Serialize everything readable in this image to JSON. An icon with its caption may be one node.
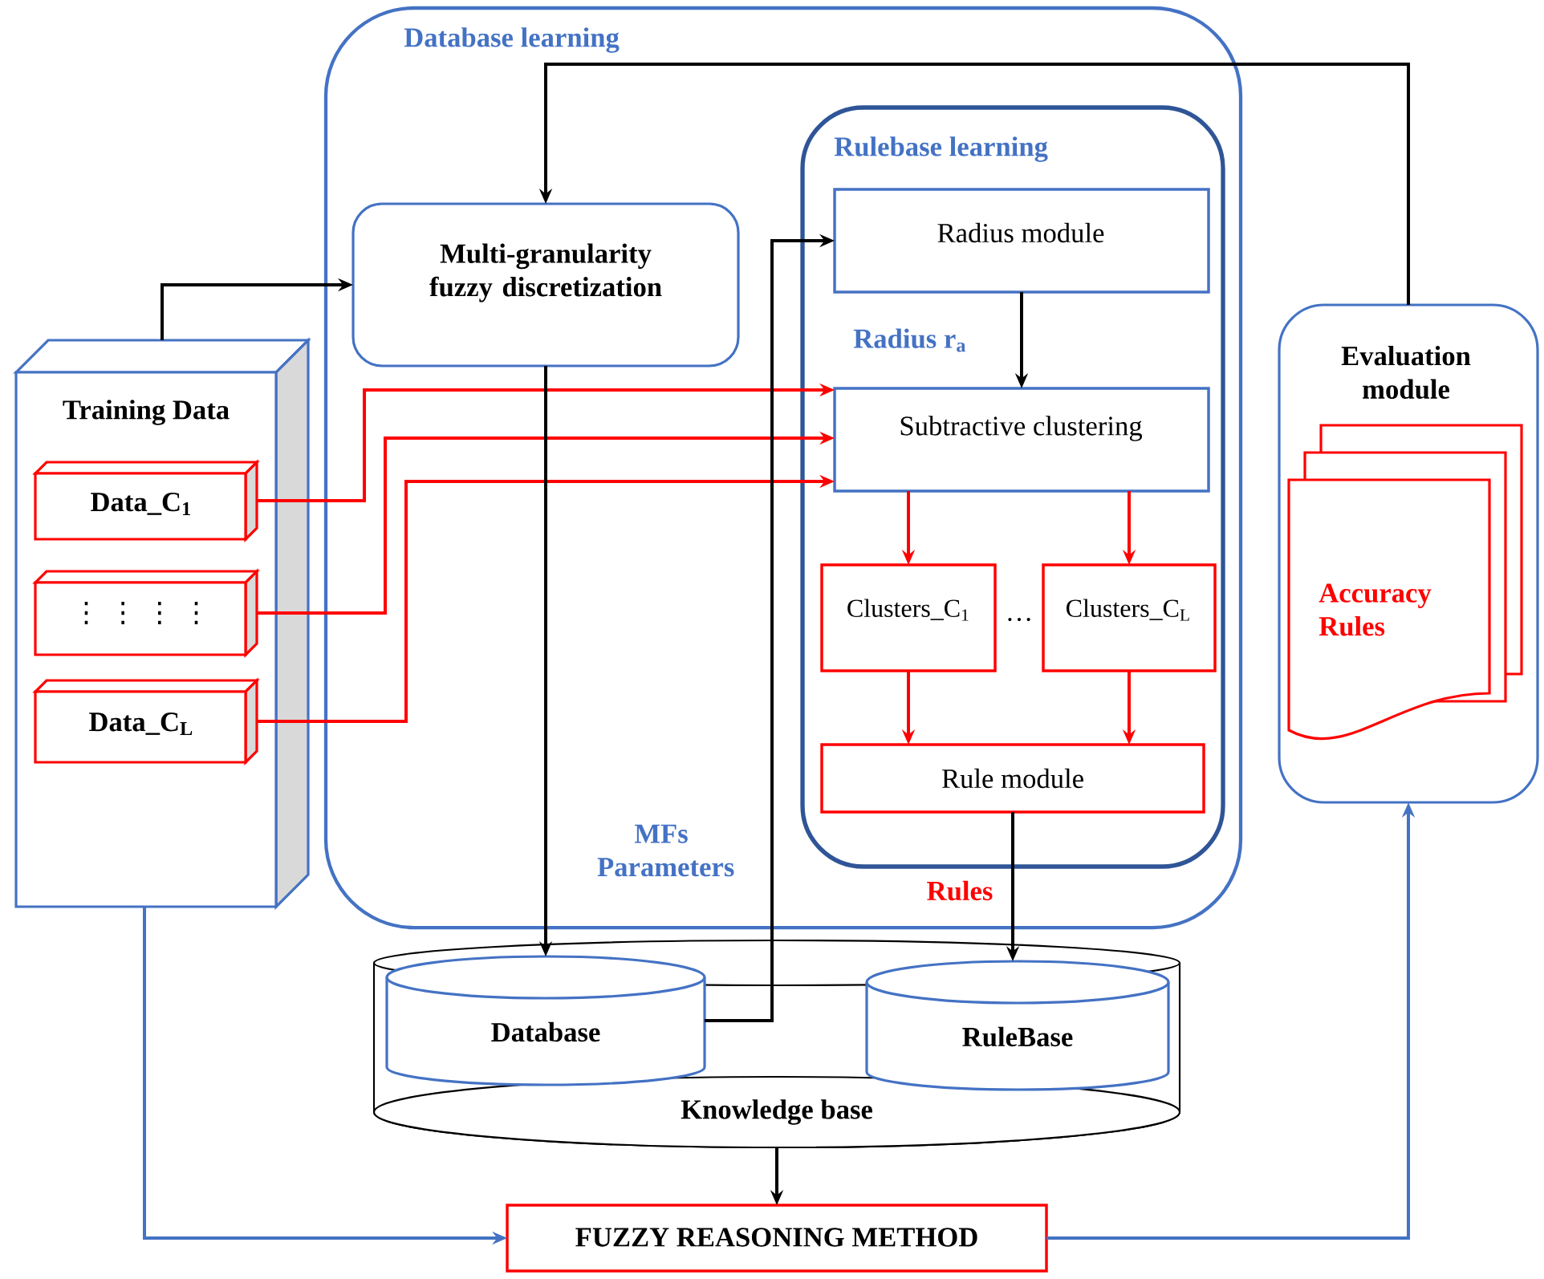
{
  "diagram": {
    "nodes": [
      {
        "text": [
          "Database learning"
        ]
      },
      {
        "text": [
          "Multi-granularity fuzzy discretization"
        ],
        "in": 0
      },
      {
        "text": [
          "Rulebase learning"
        ],
        "in": 0
      },
      {
        "text": [
          "Radius module"
        ],
        "in": 2
      },
      {
        "text": [
          "Subtractive clustering"
        ],
        "in": 2
      },
      {
        "text": [
          "Clusters_C$_{1}$"
        ],
        "in": 2
      },
      {
        "text": [
          "Clusters_C$_{L}$"
        ],
        "in": 2
      },
      {
        "text": [
          "Rule module"
        ],
        "in": 2
      },
      {
        "text": [
          "Training Data"
        ]
      },
      {
        "text": [
          "Data_C$_{1}$"
        ],
        "in": 8
      },
      {
        "text": [
          "⋮ ⋮ ⋮ ⋮"
        ],
        "in": 8
      },
      {
        "text": [
          "Data_C$_{L}$"
        ],
        "in": 8
      },
      {
        "text": [
          "Evaluation module"
        ]
      },
      {
        "text": [
          "Accuracy Rules"
        ],
        "in": 12
      },
      {
        "text": [
          "Knowledge base"
        ]
      },
      {
        "text": [
          "Database"
        ],
        "in": 14
      },
      {
        "text": [
          "RuleBase"
        ],
        "in": 14
      },
      {
        "text": [
          "FUZZY REASONING METHOD"
        ]
      }
    ],
    "edges": [
      {
        "from": 8,
        "to": 1,
        "arrow": "to"
      },
      {
        "from": 12,
        "to": 1,
        "arrow": "to"
      },
      {
        "from": 9,
        "to": 4,
        "arrow": "to",
        "color": "#ff0000"
      },
      {
        "from": 10,
        "to": 4,
        "arrow": "to",
        "color": "#ff0000"
      },
      {
        "from": 11,
        "to": 4,
        "arrow": "to",
        "color": "#ff0000"
      },
      {
        "from": 1,
        "to": 15,
        "arrow": "to",
        "label": "MFs Parameters"
      },
      {
        "from": 15,
        "to": 3,
        "arrow": "to"
      },
      {
        "from": 3,
        "to": 4,
        "arrow": "to",
        "label": "Radius r$_{a}$"
      },
      {
        "from": 4,
        "to": 5,
        "arrow": "to",
        "color": "#ff0000"
      },
      {
        "from": 4,
        "to": 6,
        "arrow": "to",
        "color": "#ff0000"
      },
      {
        "from": 5,
        "to": 7,
        "arrow": "to",
        "color": "#ff0000"
      },
      {
        "from": 6,
        "to": 7,
        "arrow": "to",
        "color": "#ff0000"
      },
      {
        "from": 7,
        "to": 16,
        "arrow": "to",
        "label": "Rules"
      },
      {
        "from": 14,
        "to": 17,
        "arrow": "to"
      },
      {
        "from": 8,
        "to": 17,
        "arrow": "to",
        "color": "#4472c4"
      },
      {
        "from": 17,
        "to": 12,
        "arrow": "to",
        "color": "#4472c4"
      }
    ],
    "labels": [
      "…"
    ]
  }
}
